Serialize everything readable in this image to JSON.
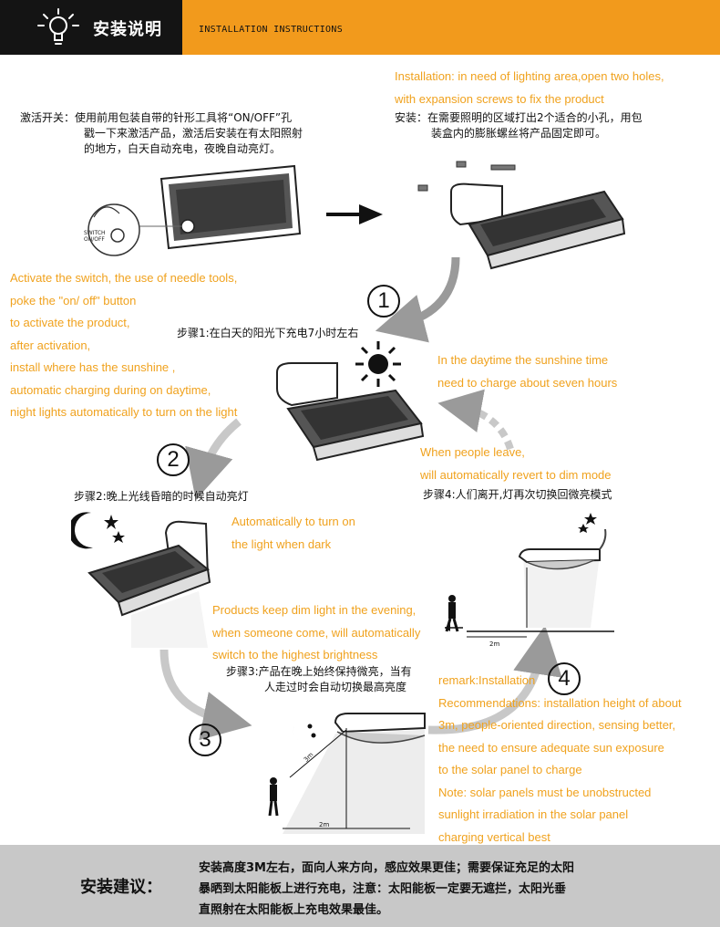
{
  "header": {
    "title": "安装说明",
    "subtitle": "INSTALLATION INSTRUCTIONS"
  },
  "install": {
    "en": [
      "Installation: in need of lighting area,open  two holes,",
      "with expansion screws to fix the product"
    ],
    "cn": [
      "安装：在需要照明的区域打出2个适合的小孔，用包",
      "装盒内的膨胀螺丝将产品固定即可。"
    ]
  },
  "activate": {
    "cn": [
      "激活开关：使用前用包装自带的针形工具将“ON/OFF”孔",
      "戳一下来激活产品，激活后安装在有太阳照射",
      "的地方，白天自动充电，夜晚自动亮灯。"
    ],
    "en": [
      "Activate the switch, the use of needle tools,",
      "poke the \"on/ off\" button",
      "to activate the product,",
      "after activation,",
      "install where has the sunshine ,",
      "automatic charging during on daytime,",
      "night lights automatically to turn on the light"
    ],
    "switch_label": [
      "SWITCH",
      "ON/OFF"
    ]
  },
  "step1": {
    "num": "1",
    "cn": "步骤1:在白天的阳光下充电7小时左右",
    "en": [
      "In the daytime the sunshine time",
      "need to charge about seven hours"
    ]
  },
  "step2": {
    "num": "2",
    "cn": "步骤2:晚上光线昏暗的时候自动亮灯",
    "en": [
      "Automatically to turn on",
      "the light when dark"
    ]
  },
  "step3": {
    "num": "3",
    "en": [
      "Products keep dim light in the evening,",
      "when someone come, will automatically",
      "switch to the highest brightness"
    ],
    "cn": [
      "步骤3:产品在晚上始终保持微亮，当有",
      "人走过时会自动切换最高亮度"
    ],
    "dist_3m": "3m",
    "dist_2m": "2m"
  },
  "step4": {
    "num": "4",
    "en": [
      "When people leave,",
      "will automatically revert to dim mode"
    ],
    "cn": "步骤4:人们离开,灯再次切换回微亮模式",
    "dist_2m": "2m"
  },
  "remark": {
    "en": [
      "remark:Installation",
      "Recommendations: installation height of about",
      "3m, people-oriented direction, sensing better,",
      "the need to ensure adequate sun exposure",
      "to the solar panel to charge",
      "Note: solar panels must be unobstructed",
      "sunlight irradiation in the solar panel",
      "charging vertical best"
    ]
  },
  "footer": {
    "title": "安装建议：",
    "lines": [
      "安装高度3M左右，面向人来方向，感应效果更佳；需要保证充足的太阳",
      "暴晒到太阳能板上进行充电，注意：太阳能板一定要无遮拦，太阳光垂",
      "直照射在太阳能板上充电效果最佳。"
    ]
  },
  "colors": {
    "accent": "#f29a1c",
    "text_orange": "#f0a21e",
    "header_dark": "#141414",
    "footer_bg": "#c8c8c8"
  }
}
